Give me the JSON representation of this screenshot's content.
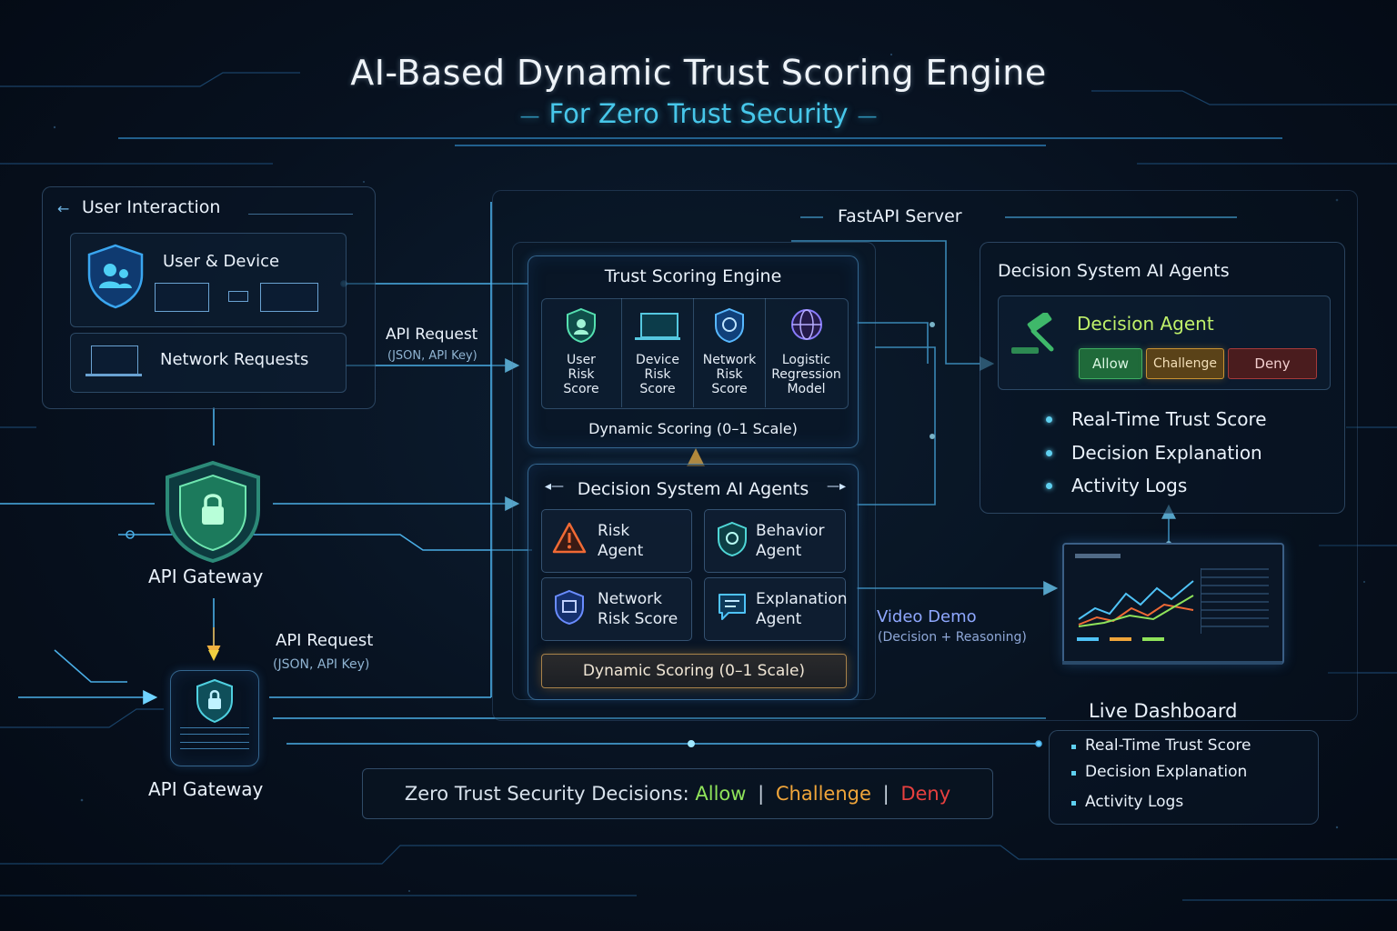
{
  "title": "AI-Based Dynamic Trust Scoring Engine",
  "subtitle": "For Zero Trust Security",
  "user_interaction": {
    "title": "User Interaction",
    "user_device": "User & Device",
    "network_requests": "Network Requests"
  },
  "api_request_top": {
    "label": "API Request",
    "sub": "(JSON, API Key)"
  },
  "api_request_bottom": {
    "label": "API Request",
    "sub": "(JSON, API Key)"
  },
  "api_gateway_1": "API Gateway",
  "api_gateway_2": "API Gateway",
  "fastapi": "FastAPI Server",
  "trust_engine": {
    "title": "Trust Scoring Engine",
    "cells": [
      {
        "l1": "User",
        "l2": "Risk",
        "l3": "Score"
      },
      {
        "l1": "Device",
        "l2": "Risk",
        "l3": "Score"
      },
      {
        "l1": "Network",
        "l2": "Risk",
        "l3": "Score"
      },
      {
        "l1": "Logistic",
        "l2": "Regression",
        "l3": "Model"
      }
    ],
    "scale": "Dynamic Scoring (0–1 Scale)"
  },
  "agents_panel": {
    "title": "Decision System AI Agents",
    "agents": [
      {
        "l1": "Risk",
        "l2": "Agent"
      },
      {
        "l1": "Behavior",
        "l2": "Agent"
      },
      {
        "l1": "Network",
        "l2": "Risk Score"
      },
      {
        "l1": "Explanation",
        "l2": "Agent"
      }
    ],
    "scale": "Dynamic Scoring (0–1 Scale)"
  },
  "right_panel": {
    "title": "Decision System AI Agents",
    "decision_agent": "Decision Agent",
    "buttons": {
      "allow": "Allow",
      "challenge": "Challenge",
      "deny": "Deny"
    },
    "bullets": [
      "Real-Time Trust Score",
      "Decision Explanation",
      "Activity Logs"
    ]
  },
  "video_demo": {
    "label": "Video Demo",
    "sub": "(Decision + Reasoning)"
  },
  "live_dashboard": {
    "title": "Live Dashboard",
    "bullets": [
      "Real-Time Trust Score",
      "Decision Explanation",
      "Activity Logs"
    ]
  },
  "decisions_bar": {
    "prefix": "Zero Trust Security Decisions:",
    "allow": "Allow",
    "challenge": "Challenge",
    "deny": "Deny",
    "separator": "|"
  },
  "colors": {
    "accent": "#47c7ea",
    "allow": "#8fe35a",
    "challenge": "#f0a53a",
    "deny": "#e8403f"
  }
}
